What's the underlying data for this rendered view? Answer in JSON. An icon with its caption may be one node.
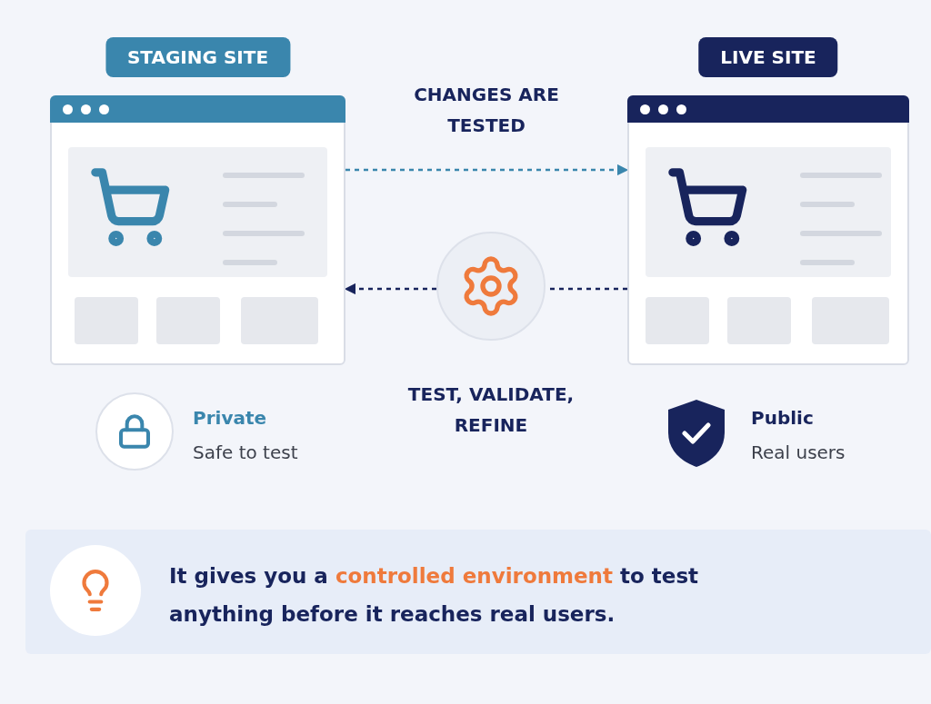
{
  "diagram": {
    "nodes": [
      {
        "text": [
          "STAGING SITE"
        ]
      },
      {
        "text": [
          "LIVE SITE"
        ]
      },
      {
        "text": [],
        "shape": "circle",
        "beside": [
          "TEST, VALIDATE, REFINE"
        ]
      },
      {
        "text": [
          "It gives you a **controlled environment** to test anything before it reaches real users."
        ]
      }
    ],
    "edges": [
      {
        "from": 0,
        "to": 1,
        "arrow": "to",
        "style": "dashed",
        "color": "#3a86ad",
        "label": "CHANGES ARE TESTED"
      },
      {
        "from": 1,
        "to": 2,
        "arrow": "none",
        "style": "dashed"
      },
      {
        "from": 2,
        "to": 0,
        "arrow": "to",
        "style": "dashed"
      }
    ],
    "labels": [
      "Private",
      "Safe to test",
      "Public",
      "Real users"
    ]
  }
}
